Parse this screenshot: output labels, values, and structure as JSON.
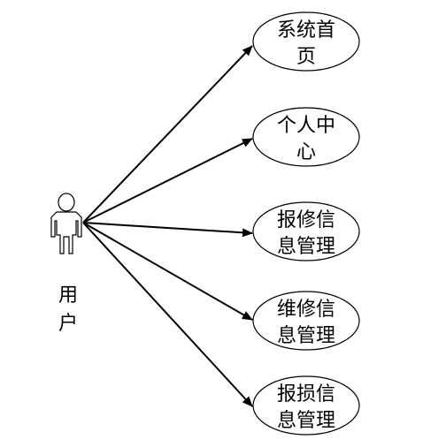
{
  "actor": {
    "label_line1": "用",
    "label_line2": "户"
  },
  "use_cases": [
    {
      "line1": "系统首",
      "line2": "页"
    },
    {
      "line1": "个人中",
      "line2": "心"
    },
    {
      "line1": "报修信",
      "line2": "息管理"
    },
    {
      "line1": "维修信",
      "line2": "息管理"
    },
    {
      "line1": "报损信",
      "line2": "息管理"
    }
  ]
}
